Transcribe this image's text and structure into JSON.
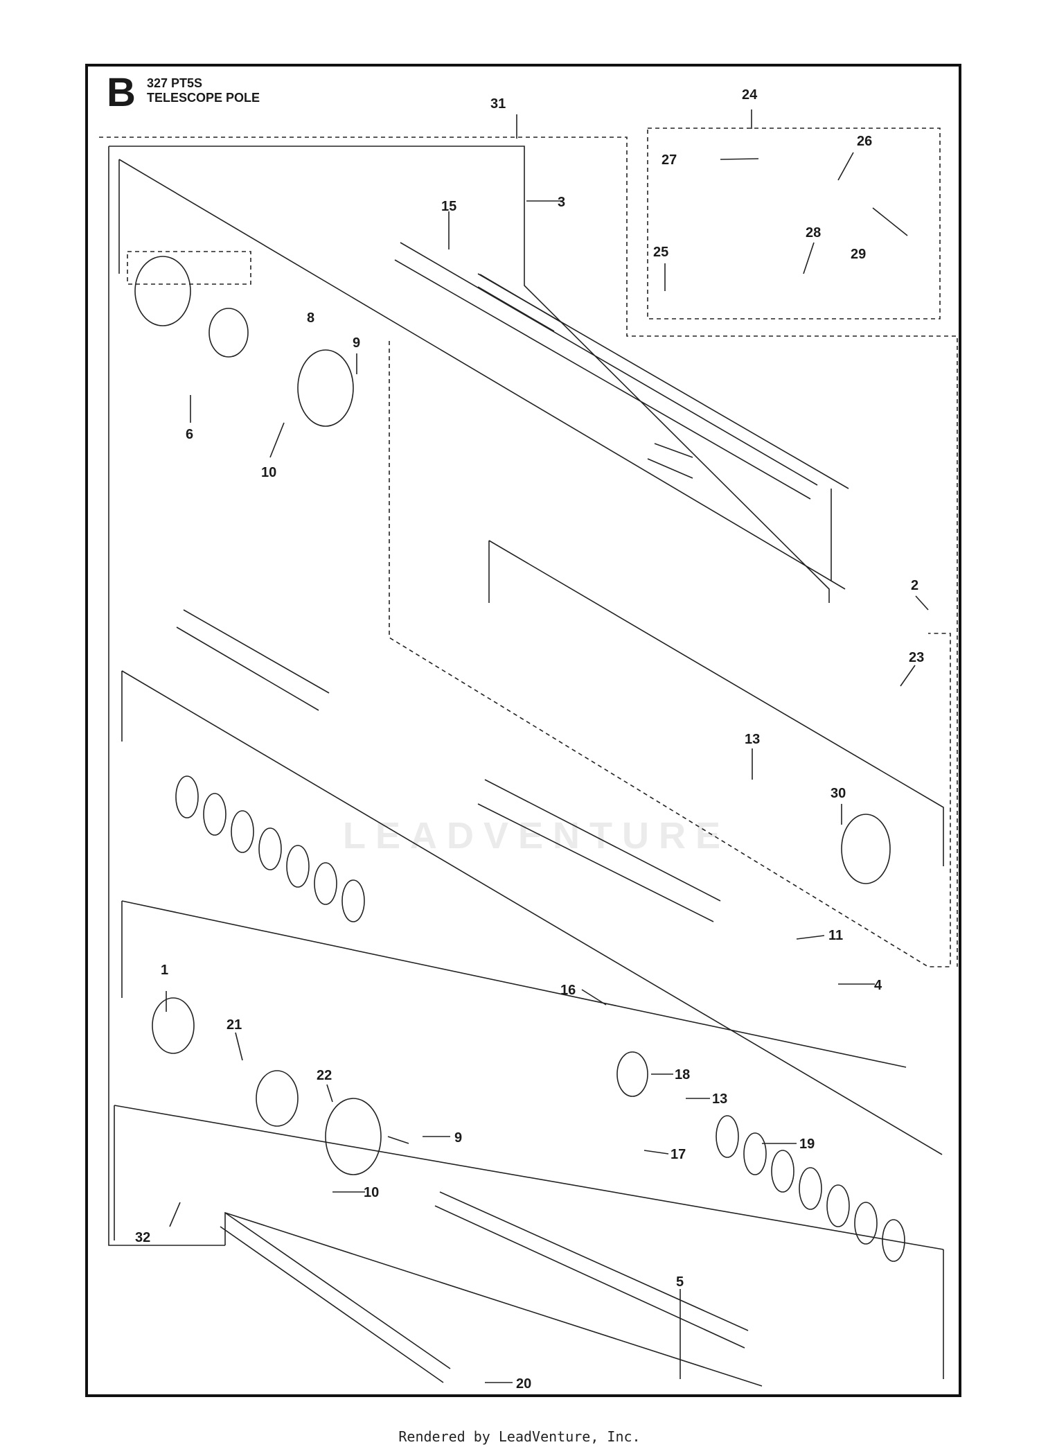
{
  "header": {
    "sheet_letter": "B",
    "model": "327 PT5S",
    "title": "TELESCOPE POLE"
  },
  "watermark": "LEADVENTURE",
  "footer": "Rendered by LeadVenture, Inc.",
  "callouts": {
    "c1": "1",
    "c2": "2",
    "c3": "3",
    "c4": "4",
    "c5": "5",
    "c6": "6",
    "c8": "8",
    "c9a": "9",
    "c9b": "9",
    "c10a": "10",
    "c10b": "10",
    "c11": "11",
    "c13a": "13",
    "c13b": "13",
    "c15": "15",
    "c16": "16",
    "c17": "17",
    "c18": "18",
    "c19": "19",
    "c20": "20",
    "c21": "21",
    "c22": "22",
    "c23": "23",
    "c24": "24",
    "c25": "25",
    "c26": "26",
    "c27": "27",
    "c28": "28",
    "c29": "29",
    "c30": "30",
    "c31": "31",
    "c32": "32"
  }
}
